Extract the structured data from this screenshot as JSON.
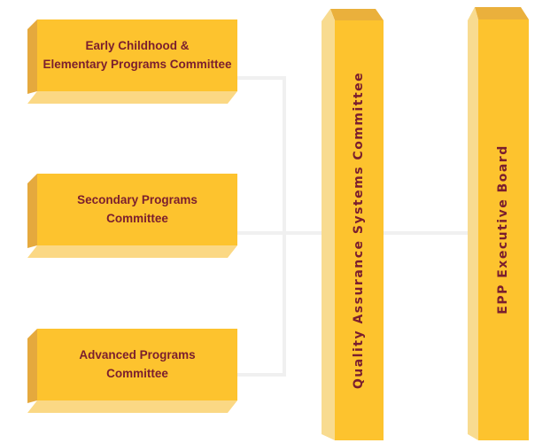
{
  "diagram": {
    "type": "committee-structure-flow",
    "nodes": {
      "box1": {
        "label": "Early Childhood &\nElementary Programs Committee"
      },
      "box2": {
        "label": "Secondary Programs\nCommittee"
      },
      "box3": {
        "label": "Advanced Programs\nCommittee"
      },
      "bar_qas": {
        "label": "Quality Assurance Systems Committee"
      },
      "bar_epp": {
        "label": "EPP Executive Board"
      }
    },
    "connections": [
      "Early Childhood & Elementary Programs Committee -> Quality Assurance Systems Committee",
      "Secondary Programs Committee -> Quality Assurance Systems Committee",
      "Advanced Programs Committee -> Quality Assurance Systems Committee",
      "Quality Assurance Systems Committee -> EPP Executive Board"
    ],
    "colors": {
      "block_front": "#fdc32e",
      "block_side_dark": "#e5a93d",
      "block_bottom_light": "#fbd884",
      "bar_side_pale": "#f8db90",
      "bar_top": "#eab03c",
      "text_maroon": "#7a1e2e",
      "connector_gray": "#f0f0f0",
      "background": "#ffffff"
    }
  }
}
